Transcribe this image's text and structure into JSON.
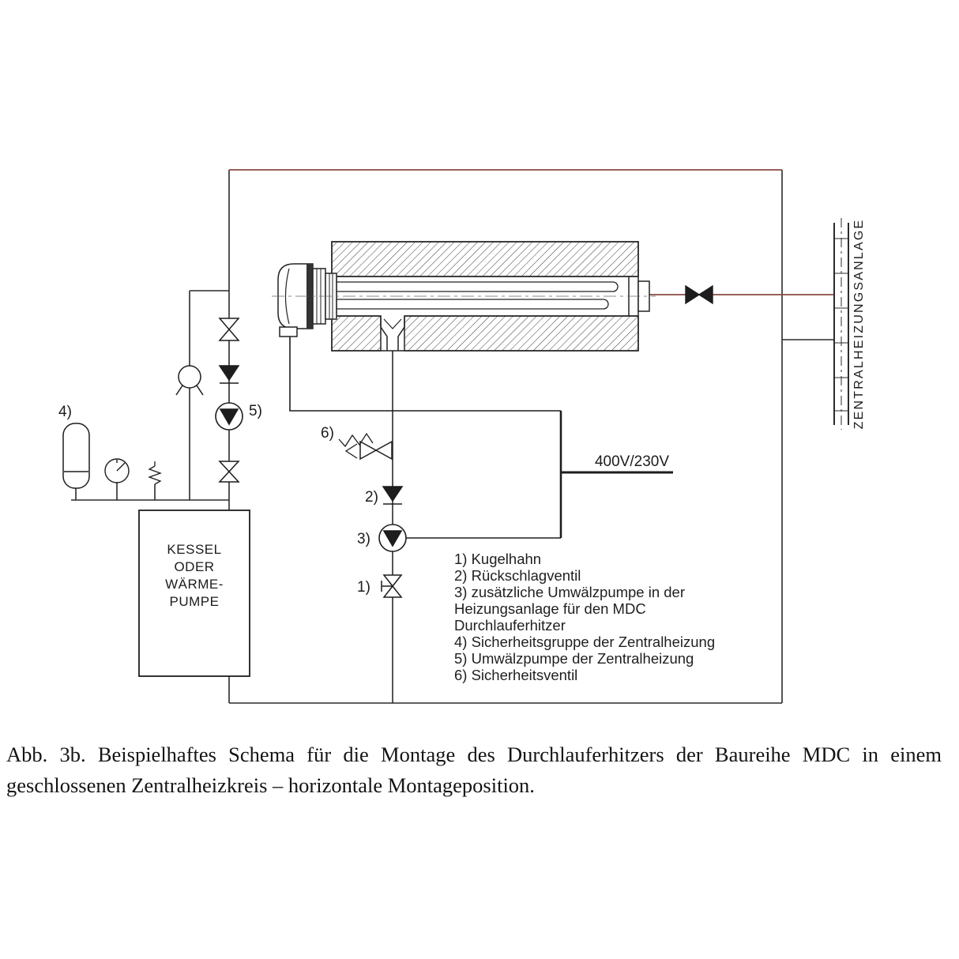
{
  "diagram": {
    "labels": {
      "zentralheizungsanlage": "ZENTRALHEIZUNGSANLAGE",
      "voltage": "400V/230V",
      "kessel_line1": "KESSEL",
      "kessel_line2": "ODER",
      "kessel_line3": "WÄRME-",
      "kessel_line4": "PUMPE",
      "num1": "1)",
      "num2": "2)",
      "num3": "3)",
      "num4": "4)",
      "num5": "5)",
      "num6": "6)"
    },
    "colors": {
      "line": "#2b2b2b",
      "supply_line": "#8a4a42"
    }
  },
  "legend": {
    "items": [
      "1) Kugelhahn",
      "2) Rückschlagventil",
      "3) zusätzliche Umwälzpumpe in der Heizungsanlage für den MDC Durchlauferhitzer",
      "4) Sicherheitsgruppe der Zentralheizung",
      "5) Umwälzpumpe der Zentralheizung",
      "6) Sicherheitsventil"
    ]
  },
  "caption": "Abb. 3b. Beispielhaftes Schema für die Montage des Durchlauferhitzers der Baureihe MDC in einem geschlossenen Zentralheizkreis – horizontale Montageposition."
}
